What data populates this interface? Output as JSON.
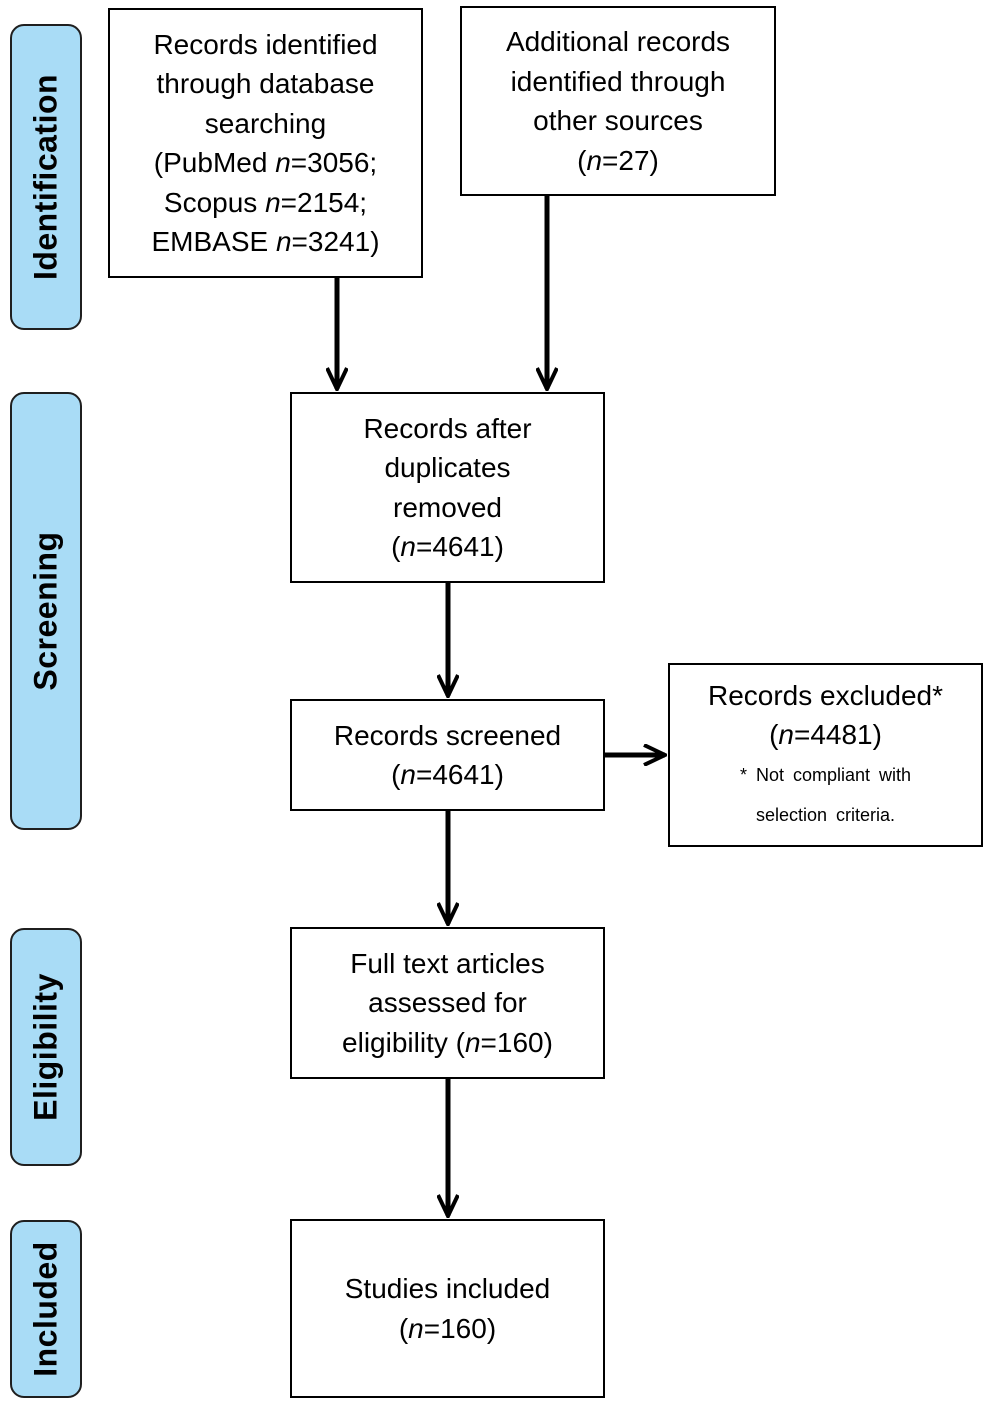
{
  "stages": {
    "identification": "Identification",
    "screening": "Screening",
    "eligibility": "Eligibility",
    "included": "Included"
  },
  "n_label": "n",
  "boxes": {
    "database": {
      "lines": [
        "Records identified",
        "through database",
        "searching"
      ],
      "counts": [
        {
          "prefix": "(PubMed ",
          "value": "=3056;"
        },
        {
          "prefix": "Scopus ",
          "value": "=2154;"
        },
        {
          "prefix": "EMBASE ",
          "value": "=3241)"
        }
      ]
    },
    "other_sources": {
      "lines": [
        "Additional records",
        "identified through",
        "other sources"
      ],
      "count_prefix": "(",
      "count_value": "=27)"
    },
    "duplicates_removed": {
      "lines": [
        "Records after",
        "duplicates",
        "removed"
      ],
      "count_prefix": "(",
      "count_value": "=4641)"
    },
    "screened": {
      "lines": [
        "Records screened"
      ],
      "count_prefix": "(",
      "count_value": "=4641)"
    },
    "excluded": {
      "lines": [
        "Records excluded*"
      ],
      "count_prefix": "(",
      "count_value": "=4481)",
      "notes": [
        "* Not compliant with",
        "selection criteria."
      ]
    },
    "full_text": {
      "lines": [
        "Full text articles",
        "assessed for"
      ],
      "last_prefix": "eligibility (",
      "last_value": "=160)"
    },
    "included": {
      "lines": [
        "Studies included"
      ],
      "count_prefix": "(",
      "count_value": "=160)"
    }
  }
}
